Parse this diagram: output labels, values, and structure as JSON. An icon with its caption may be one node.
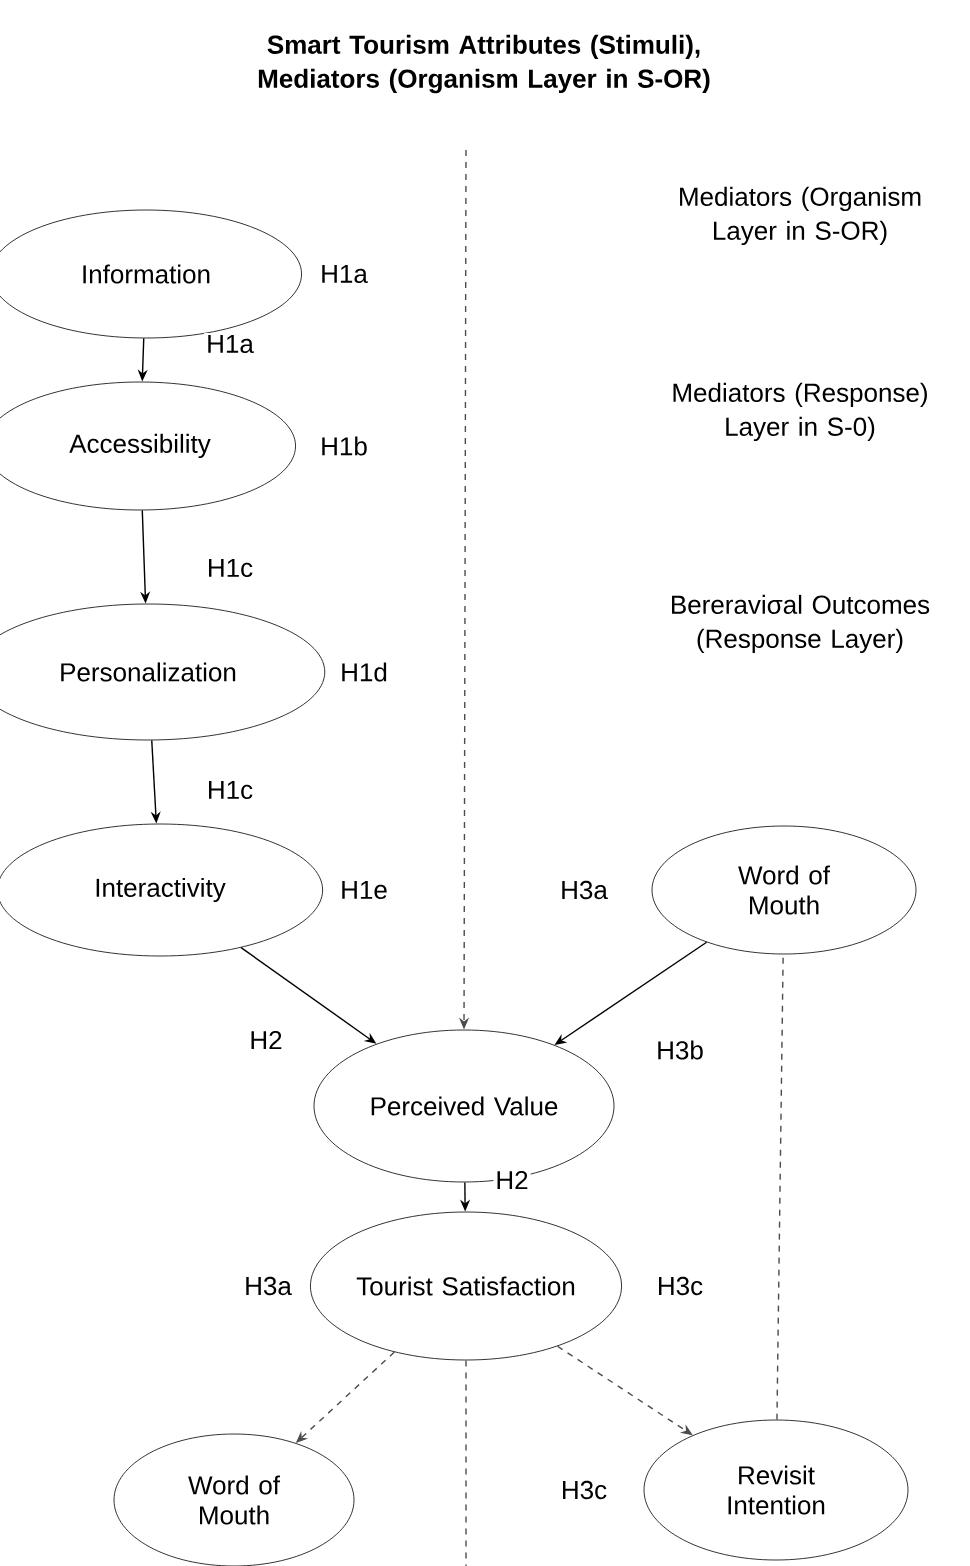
{
  "diagram": {
    "title": "Smart Tourism Attributes (Stimuli), Mediators (Organism Layer in S-OR)",
    "nodes": [
      {
        "text": [
          "Information"
        ],
        "beside": [
          "H1a"
        ]
      },
      {
        "text": [
          "Accessibility"
        ],
        "beside": [
          "H1b"
        ]
      },
      {
        "text": [
          "Personalization"
        ],
        "beside": [
          "H1d"
        ]
      },
      {
        "text": [
          "Interactivity"
        ],
        "beside": [
          "H1e"
        ]
      },
      {
        "text": [
          "Word of Mouth"
        ],
        "beside": [
          "H3a"
        ]
      },
      {
        "text": [
          "Perceived Value"
        ]
      },
      {
        "text": [
          "Tourist Satisfaction"
        ],
        "beside": [
          "H3a",
          "H3c"
        ]
      },
      {
        "text": [
          "Word of Mouth"
        ]
      },
      {
        "text": [
          "Revisit Intention"
        ],
        "beside": [
          "H3c"
        ]
      }
    ],
    "edges": [
      {
        "from": 0,
        "to": 1,
        "arrow": "to",
        "label": "H1a"
      },
      {
        "from": 1,
        "to": 2,
        "arrow": "to",
        "label": "H1c"
      },
      {
        "from": 2,
        "to": 3,
        "arrow": "to",
        "label": "H1c"
      },
      {
        "from": 3,
        "to": 5,
        "arrow": "to",
        "label": "H2"
      },
      {
        "from": 4,
        "to": 5,
        "arrow": "to",
        "label": "H3b"
      },
      {
        "from": 5,
        "to": 6,
        "arrow": "to",
        "label": "H2"
      },
      {
        "from": 6,
        "to": 7,
        "arrow": "to",
        "style": "dashed"
      },
      {
        "from": 6,
        "to": 8,
        "arrow": "to",
        "style": "dashed"
      },
      {
        "from": null,
        "to": 5,
        "arrow": "to",
        "style": "dashed"
      },
      {
        "from": 8,
        "to": 4,
        "arrow": "none",
        "style": "dashed"
      },
      {
        "from": 6,
        "to": null,
        "arrow": "none",
        "style": "dashed"
      }
    ],
    "labels": [
      "Mediators (Organism Layer in S-OR)",
      "Mediators (Response) Layer in S-0)",
      "Bereraviσal Outcomes (Response Layer)"
    ]
  }
}
